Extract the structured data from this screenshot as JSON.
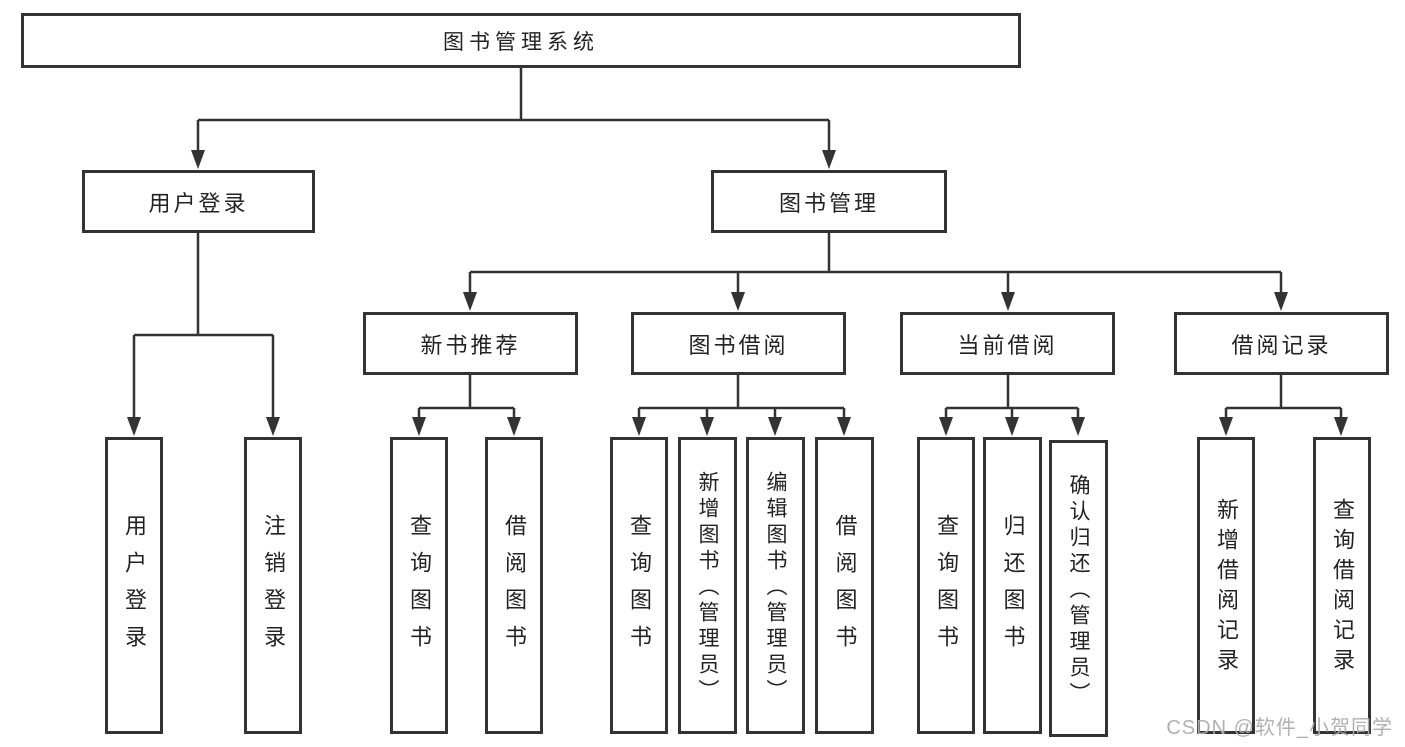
{
  "diagram": {
    "title": "图书管理系统",
    "root": {
      "label": "图书管理系统",
      "children": [
        {
          "label": "用户登录",
          "children": [
            {
              "label": "用户登录"
            },
            {
              "label": "注销登录"
            }
          ]
        },
        {
          "label": "图书管理",
          "children": [
            {
              "label": "新书推荐",
              "children": [
                {
                  "label": "查询图书"
                },
                {
                  "label": "借阅图书"
                }
              ]
            },
            {
              "label": "图书借阅",
              "children": [
                {
                  "label": "查询图书"
                },
                {
                  "label": "新增图书（管理员）"
                },
                {
                  "label": "编辑图书（管理员）"
                },
                {
                  "label": "借阅图书"
                }
              ]
            },
            {
              "label": "当前借阅",
              "children": [
                {
                  "label": "查询图书"
                },
                {
                  "label": "归还图书"
                },
                {
                  "label": "确认归还（管理员）"
                }
              ]
            },
            {
              "label": "借阅记录",
              "children": [
                {
                  "label": "新增借阅记录"
                },
                {
                  "label": "查询借阅记录"
                }
              ]
            }
          ]
        }
      ]
    },
    "colors": {
      "line": "#333333",
      "box_border": "#333333",
      "text": "#232323",
      "background": "#ffffff",
      "watermark": "#adadad"
    },
    "watermark": "CSDN @软件_小贺同学"
  }
}
